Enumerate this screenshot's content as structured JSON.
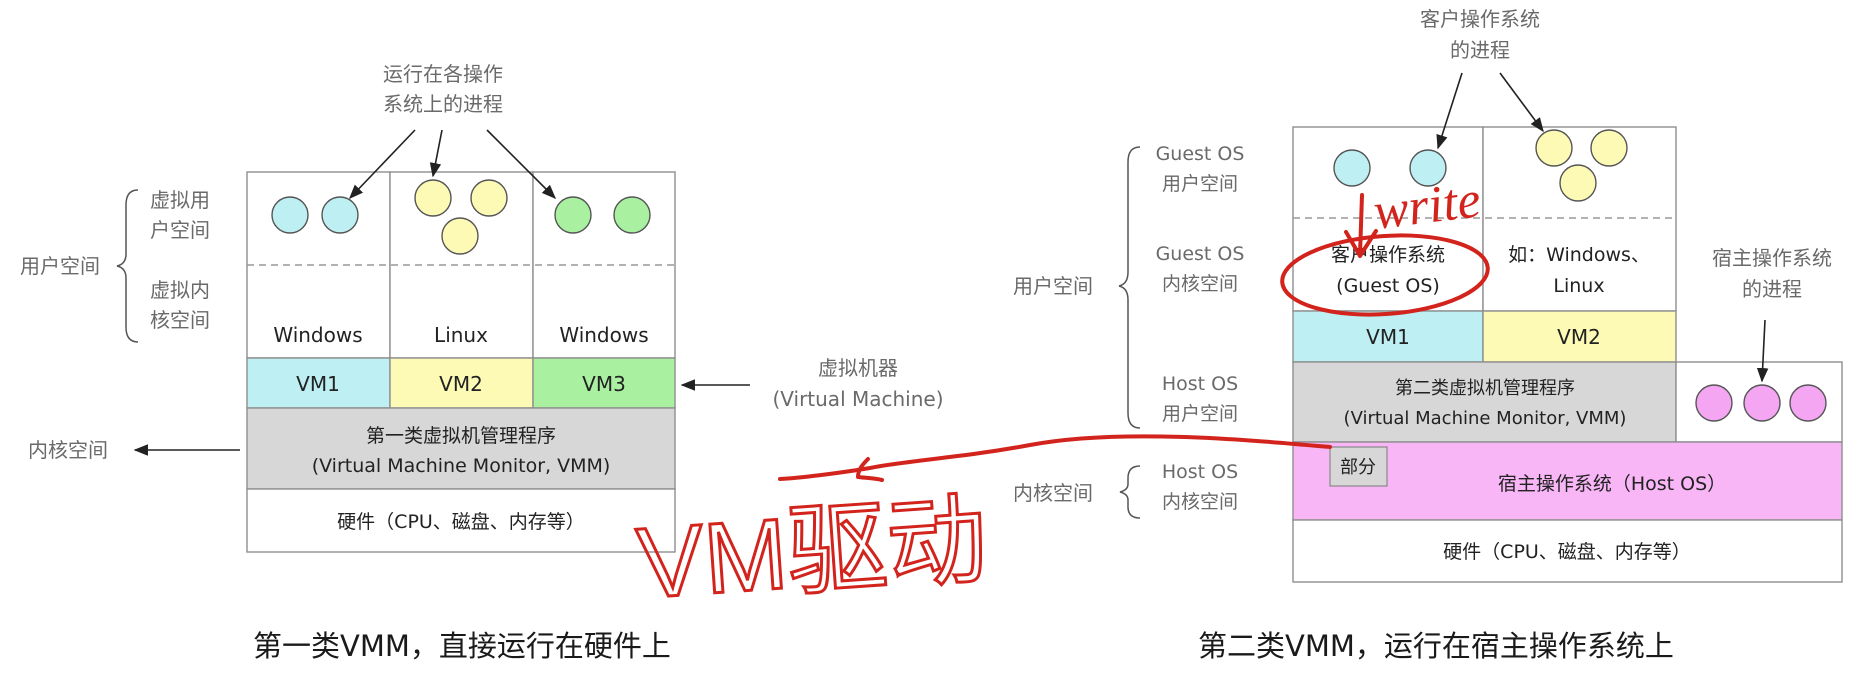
{
  "type1": {
    "proc_label": [
      "运行在各操作",
      "系统上的进程"
    ],
    "virt_user_space": [
      "虚拟用",
      "户空间"
    ],
    "virt_kernel_space": [
      "虚拟内",
      "核空间"
    ],
    "user_space": "用户空间",
    "kernel_space": "内核空间",
    "os": [
      "Windows",
      "Linux",
      "Windows"
    ],
    "vms": [
      "VM1",
      "VM2",
      "VM3"
    ],
    "vm_label": [
      "虚拟机器",
      "(Virtual Machine)"
    ],
    "vmm": [
      "第一类虚拟机管理程序",
      "(Virtual Machine Monitor, VMM)"
    ],
    "hardware": "硬件（CPU、磁盘、内存等）",
    "caption": "第一类VMM，直接运行在硬件上"
  },
  "type2": {
    "guest_proc_label": [
      "客户操作系统",
      "的进程"
    ],
    "guest_user": [
      "Guest OS",
      "用户空间"
    ],
    "guest_kernel": [
      "Guest OS",
      "内核空间"
    ],
    "host_user": [
      "Host OS",
      "用户空间"
    ],
    "host_kernel": [
      "Host OS",
      "内核空间"
    ],
    "user_space": "用户空间",
    "kernel_space": "内核空间",
    "guest_os": [
      "客户操作系统",
      "(Guest OS)"
    ],
    "example_os": [
      "如：Windows、",
      "Linux"
    ],
    "vms": [
      "VM1",
      "VM2"
    ],
    "vmm": [
      "第二类虚拟机管理程序",
      "(Virtual Machine Monitor, VMM)"
    ],
    "host_proc_label": [
      "宿主操作系统",
      "的进程"
    ],
    "part": "部分",
    "host_os": "宿主操作系统（Host OS）",
    "hardware": "硬件（CPU、磁盘、内存等）",
    "caption": "第二类VMM，运行在宿主操作系统上"
  },
  "annotations": {
    "write": "write",
    "vm_driver": "VM驱动"
  },
  "colors": {
    "cyan": "#bdeff3",
    "yellow": "#fdfab6",
    "green": "#a9f1a1",
    "vmm_gray": "#d7d7d7",
    "pink": "#f4a6f3",
    "ink_red": "#d2241d",
    "border": "#8e8e8e"
  }
}
